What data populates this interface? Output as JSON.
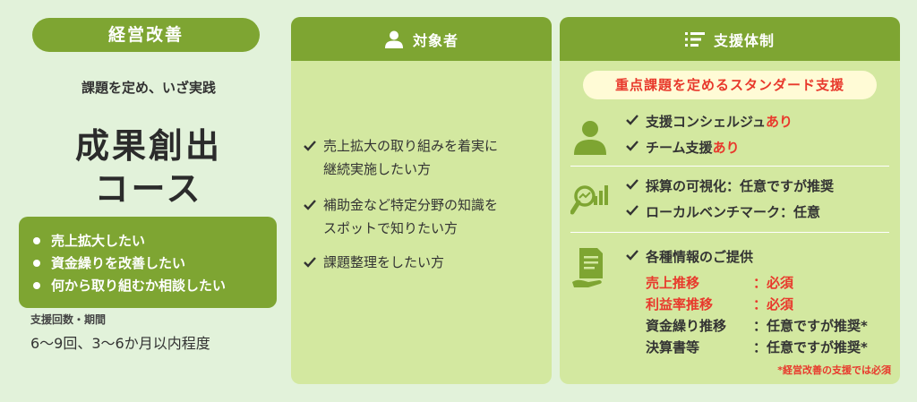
{
  "course": {
    "pill": "経営改善",
    "subtitle": "課題を定め、いざ実践",
    "title_line1": "成果創出",
    "title_line2": "コース",
    "needs": [
      "売上拡大したい",
      "資金繰りを改善したい",
      "何から取り組むか相談したい"
    ],
    "period_label": "支援回数・期間",
    "period_value": "6～9回、3～6か月以内程度"
  },
  "target": {
    "header": "対象者",
    "items": [
      [
        "売上拡大の取り組みを着実に",
        "継続実施したい方"
      ],
      [
        "補助金など特定分野の知識を",
        "スポットで知りたい方"
      ],
      [
        "課題整理をしたい方"
      ]
    ]
  },
  "support": {
    "header": "支援体制",
    "banner": "重点課題を定めるスタンダード支援",
    "section1": [
      {
        "text": "支援コンシェルジュ",
        "accent": "あり"
      },
      {
        "text": "チーム支援",
        "accent": "あり"
      }
    ],
    "section2": [
      "採算の可視化：任意ですが推奨",
      "ローカルベンチマーク：任意"
    ],
    "section3_title": "各種情報のご提供",
    "info": [
      {
        "k": "売上推移",
        "v": "：必須",
        "required": true
      },
      {
        "k": "利益率推移",
        "v": "：必須",
        "required": true
      },
      {
        "k": "資金繰り推移",
        "v": "：任意ですが推奨*",
        "required": false
      },
      {
        "k": "決算書等",
        "v": "：任意ですが推奨*",
        "required": false
      }
    ],
    "note": "*経営改善の支援では必須"
  },
  "colors": {
    "accent_green": "#7ea532",
    "panel_green": "#d3e8a0",
    "background": "#e2f2da",
    "highlight_red": "#e8392c"
  }
}
